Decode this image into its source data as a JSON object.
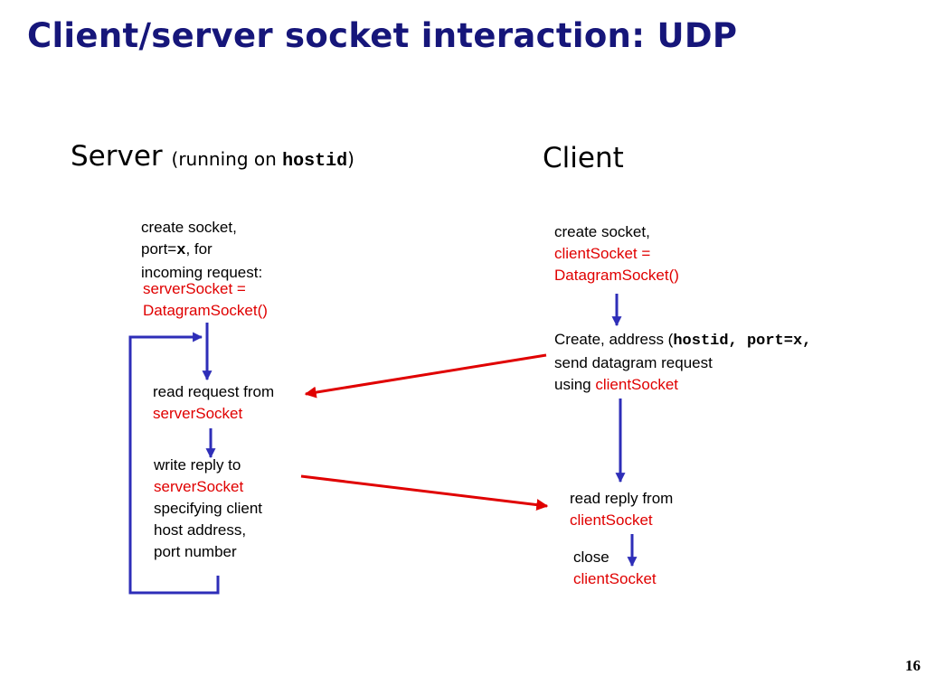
{
  "title": "Client/server socket interaction: UDP",
  "server_header": {
    "label": "Server",
    "open": "(running on ",
    "host": "hostid",
    "close": ")"
  },
  "client_header": {
    "label": "Client"
  },
  "server": {
    "create_line1": "create socket,",
    "create_port_pre": "port=",
    "create_port_val": "x",
    "create_port_post": ", for",
    "create_line3": "incoming request:",
    "create_code1": "serverSocket =",
    "create_code2": "DatagramSocket()",
    "read_line1": "read request from",
    "read_code": "serverSocket",
    "write_line1": "write reply to",
    "write_code": "serverSocket",
    "write_line3": "specifying client",
    "write_line4": "host address,",
    "write_line5": "port number"
  },
  "client": {
    "create_line1": "create socket,",
    "create_code1": "clientSocket =",
    "create_code2": "DatagramSocket()",
    "send_pre": "Create, address (",
    "send_mono": "hostid, port=x,",
    "send_line2": "send datagram request",
    "send_line3_pre": "using ",
    "send_code": "clientSocket",
    "readreply_line1": "read reply from",
    "readreply_code": "clientSocket",
    "close_line1": "close",
    "close_code": "clientSocket"
  },
  "colors": {
    "title": "#16167a",
    "flow_arrow": "#2e2eb8",
    "message_arrow": "#e00000",
    "code_text": "#e00000"
  },
  "page_number": "16"
}
